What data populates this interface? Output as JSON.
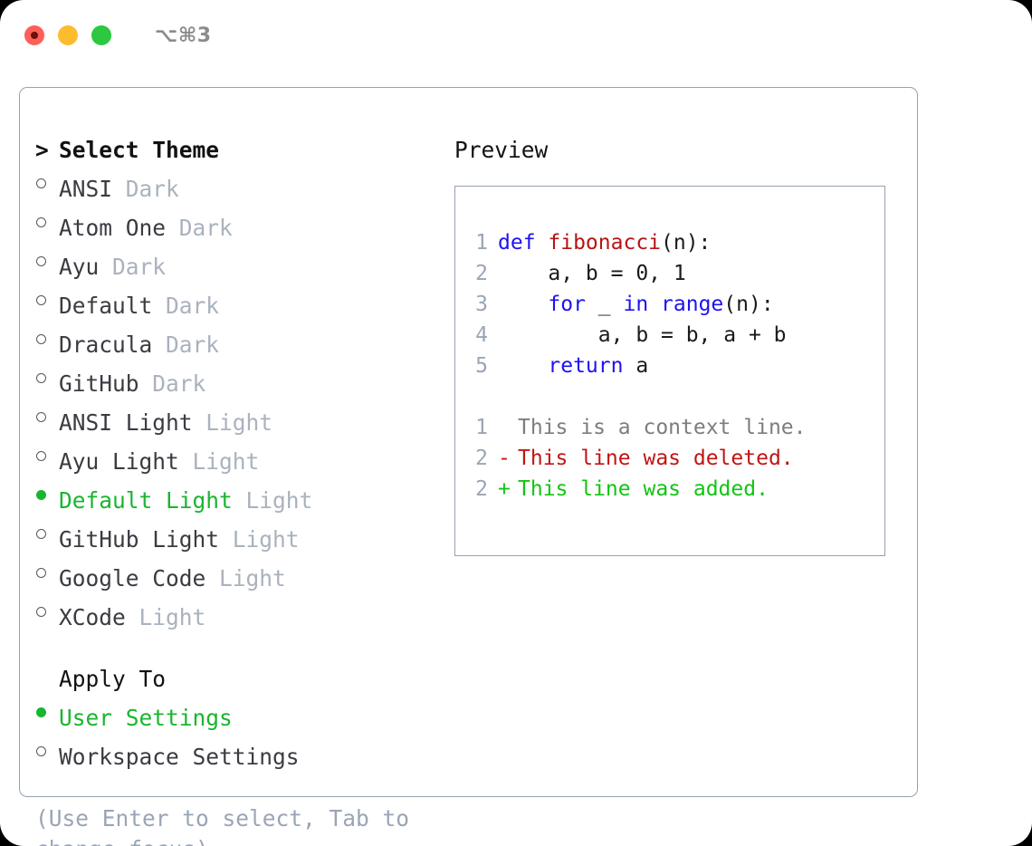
{
  "window": {
    "shortcut_label": "⌥⌘3",
    "traffic_lights": [
      "close",
      "minimize",
      "maximize"
    ]
  },
  "theme_picker": {
    "heading_marker": "> ",
    "heading": "Select Theme",
    "items": [
      {
        "marker": "○",
        "name": "ANSI",
        "tag": "Dark",
        "selected": false
      },
      {
        "marker": "○",
        "name": "Atom One",
        "tag": "Dark",
        "selected": false
      },
      {
        "marker": "○",
        "name": "Ayu",
        "tag": "Dark",
        "selected": false
      },
      {
        "marker": "○",
        "name": "Default",
        "tag": "Dark",
        "selected": false
      },
      {
        "marker": "○",
        "name": "Dracula",
        "tag": "Dark",
        "selected": false
      },
      {
        "marker": "○",
        "name": "GitHub",
        "tag": "Dark",
        "selected": false
      },
      {
        "marker": "○",
        "name": "ANSI Light",
        "tag": "Light",
        "selected": false
      },
      {
        "marker": "○",
        "name": "Ayu Light",
        "tag": "Light",
        "selected": false
      },
      {
        "marker": "●",
        "name": "Default Light",
        "tag": "Light",
        "selected": true
      },
      {
        "marker": "○",
        "name": "GitHub Light",
        "tag": "Light",
        "selected": false
      },
      {
        "marker": "○",
        "name": "Google Code",
        "tag": "Light",
        "selected": false
      },
      {
        "marker": "○",
        "name": "XCode",
        "tag": "Light",
        "selected": false
      }
    ]
  },
  "apply_to": {
    "heading": "Apply To",
    "options": [
      {
        "marker": "●",
        "label": "User Settings",
        "selected": true
      },
      {
        "marker": "○",
        "label": "Workspace Settings",
        "selected": false
      }
    ]
  },
  "hint": "(Use Enter to select, Tab to change focus)",
  "preview": {
    "label": "Preview",
    "code_lines": [
      {
        "lineno": "1",
        "tokens": [
          {
            "text": "def ",
            "type": "kw"
          },
          {
            "text": "fibonacci",
            "type": "fn"
          },
          {
            "text": "(n):",
            "type": "txt"
          }
        ]
      },
      {
        "lineno": "2",
        "tokens": [
          {
            "text": "    a, b = 0, 1",
            "type": "txt"
          }
        ]
      },
      {
        "lineno": "3",
        "tokens": [
          {
            "text": "    ",
            "type": "txt"
          },
          {
            "text": "for",
            "type": "kw"
          },
          {
            "text": " _ ",
            "type": "txt"
          },
          {
            "text": "in",
            "type": "kw"
          },
          {
            "text": " ",
            "type": "txt"
          },
          {
            "text": "range",
            "type": "kw"
          },
          {
            "text": "(n):",
            "type": "txt"
          }
        ]
      },
      {
        "lineno": "4",
        "tokens": [
          {
            "text": "        a, b = b, a + b",
            "type": "txt"
          }
        ]
      },
      {
        "lineno": "5",
        "tokens": [
          {
            "text": "    ",
            "type": "txt"
          },
          {
            "text": "return",
            "type": "kw"
          },
          {
            "text": " a",
            "type": "txt"
          }
        ]
      }
    ],
    "diff_lines": [
      {
        "lineno": "1",
        "sign": " ",
        "text": "This is a context line.",
        "kind": "ctx"
      },
      {
        "lineno": "2",
        "sign": "-",
        "text": "This line was deleted.",
        "kind": "del"
      },
      {
        "lineno": "2",
        "sign": "+",
        "text": "This line was added.",
        "kind": "add"
      }
    ]
  },
  "colors": {
    "accent_green": "#18b62e",
    "muted": "#aab2bd",
    "hint": "#9aa5b5",
    "border": "#96a1b0",
    "keyword": "#1e12ef",
    "function": "#b91313",
    "diff_del": "#c21414",
    "diff_add": "#12c412",
    "diff_ctx": "#7d7d7d",
    "traffic_close": "#fc6058",
    "traffic_min": "#fdbc2e",
    "traffic_max": "#2bc840"
  }
}
